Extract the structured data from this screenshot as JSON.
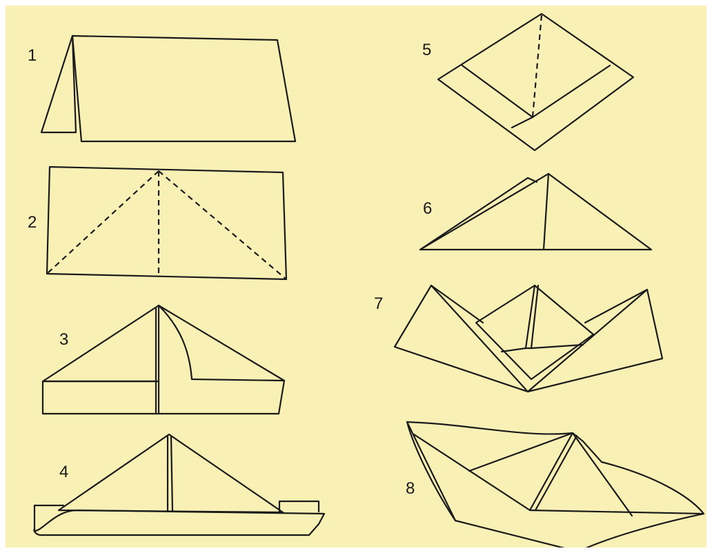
{
  "background_color": "#f8f0b4",
  "line_color": "#1a1a1a",
  "steps": [
    {
      "number": "1"
    },
    {
      "number": "2"
    },
    {
      "number": "3"
    },
    {
      "number": "4"
    },
    {
      "number": "5"
    },
    {
      "number": "6"
    },
    {
      "number": "7"
    },
    {
      "number": "8"
    }
  ]
}
